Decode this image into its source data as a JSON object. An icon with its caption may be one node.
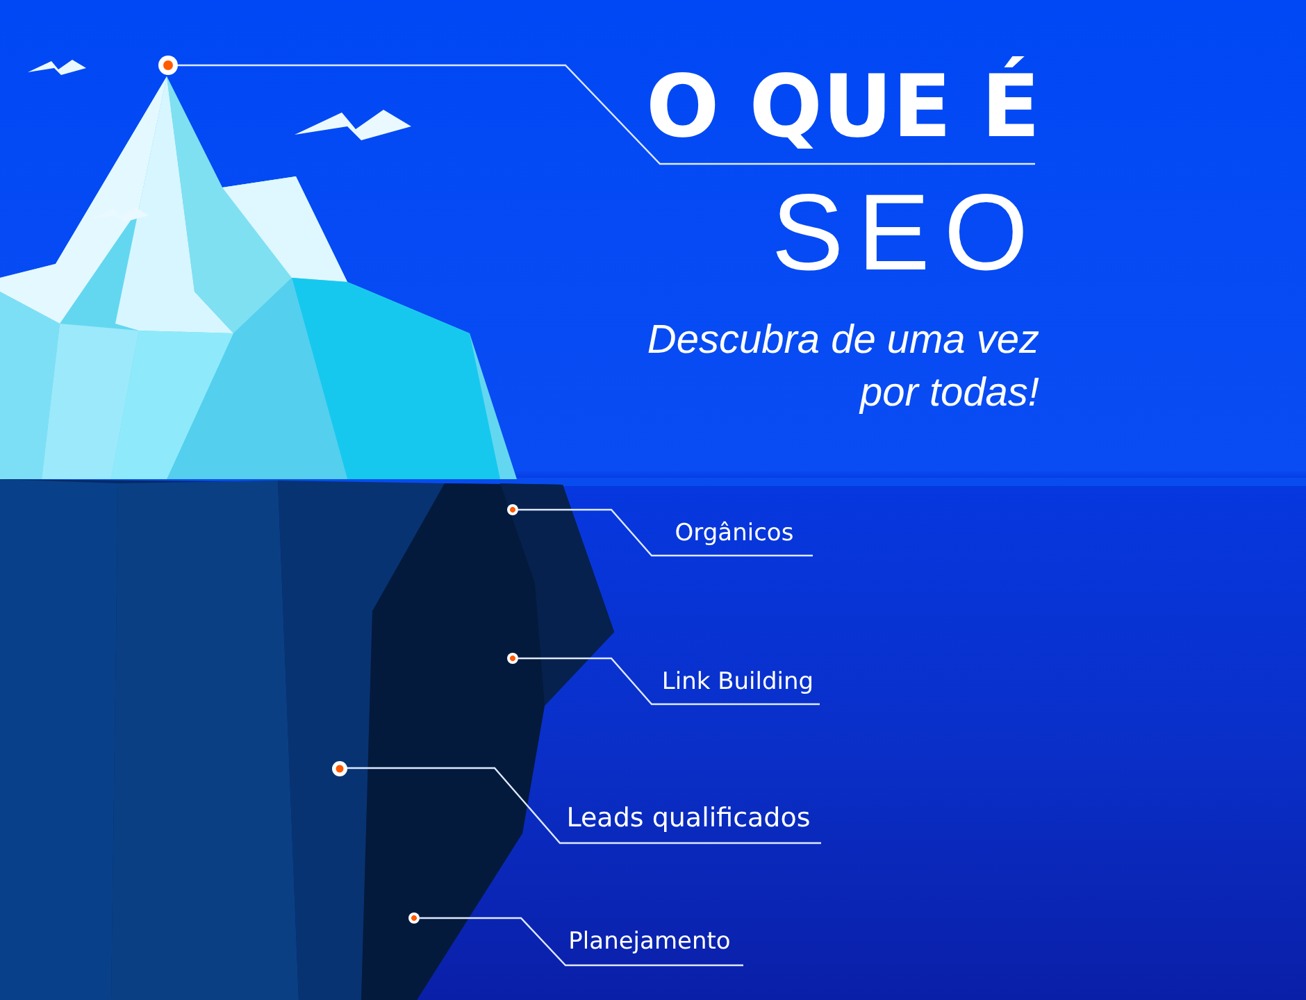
{
  "diagram": {
    "nodes": [
      {
        "text": [
          "O QUE É"
        ]
      },
      {
        "text": [
          "Orgânicos"
        ]
      },
      {
        "text": [
          "Link Building"
        ]
      },
      {
        "text": [
          "Leads qualificados"
        ]
      },
      {
        "text": [
          "Planejamento"
        ]
      },
      {
        "text": [],
        "shape": "circle"
      },
      {
        "text": [],
        "shape": "circle"
      },
      {
        "text": [],
        "shape": "circle"
      },
      {
        "text": [],
        "shape": "circle"
      },
      {
        "text": [],
        "shape": "circle"
      }
    ],
    "edges": [
      {
        "from": 0,
        "to": 5,
        "arrow": "none"
      },
      {
        "from": 1,
        "to": 6,
        "arrow": "none"
      },
      {
        "from": 2,
        "to": 7,
        "arrow": "none"
      },
      {
        "from": 3,
        "to": 8,
        "arrow": "none"
      },
      {
        "from": 4,
        "to": 9,
        "arrow": "none"
      }
    ],
    "labels": [
      "SEO",
      "Descubra de uma vez por todas!"
    ]
  }
}
